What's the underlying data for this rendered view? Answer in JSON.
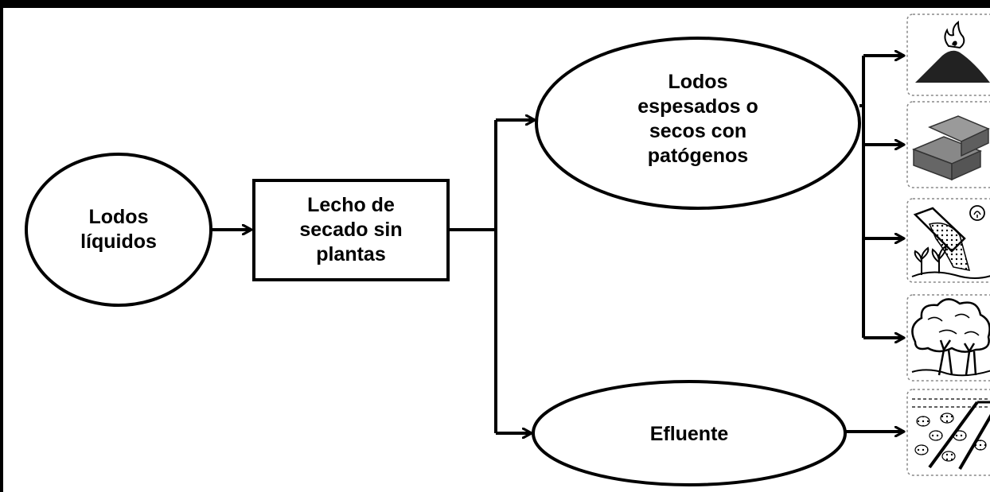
{
  "diagram": {
    "nodes": {
      "liquid_sludge": {
        "label": "Lodos\nlíquidos",
        "shape": "ellipse"
      },
      "drying_bed": {
        "label": "Lecho de\nsecado sin\nplantas",
        "shape": "rectangle"
      },
      "dried_sludge": {
        "label": "Lodos\nespesados o\nsecos con\npatógenos",
        "shape": "ellipse"
      },
      "effluent": {
        "label": "Efluente",
        "shape": "ellipse"
      }
    },
    "end_use_icons": [
      "burning-fuel-pile-icon",
      "bricks-icon",
      "soil-amendment-shovel-plants-icon",
      "trees-icon",
      "irrigated-crop-field-icon"
    ],
    "colors": {
      "line": "#000000",
      "background": "#ffffff",
      "icon_fill": "#6b6b6b",
      "icon_border": "#888888"
    }
  }
}
